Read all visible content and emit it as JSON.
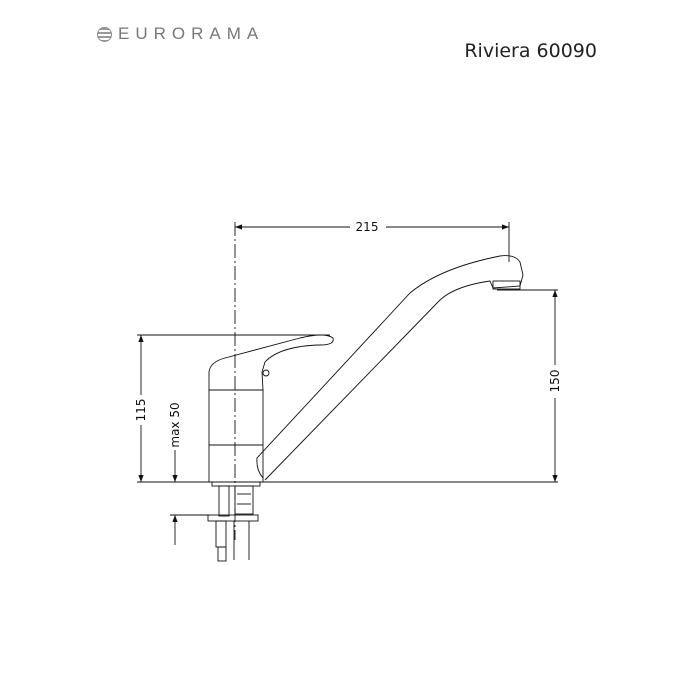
{
  "brand": {
    "name": "EURORAMA",
    "icon": "logo-icon"
  },
  "title": "Riviera 60090",
  "dimensions": {
    "width": "215",
    "spout_height": "150",
    "total_height": "115",
    "max_mount": "max 50"
  }
}
